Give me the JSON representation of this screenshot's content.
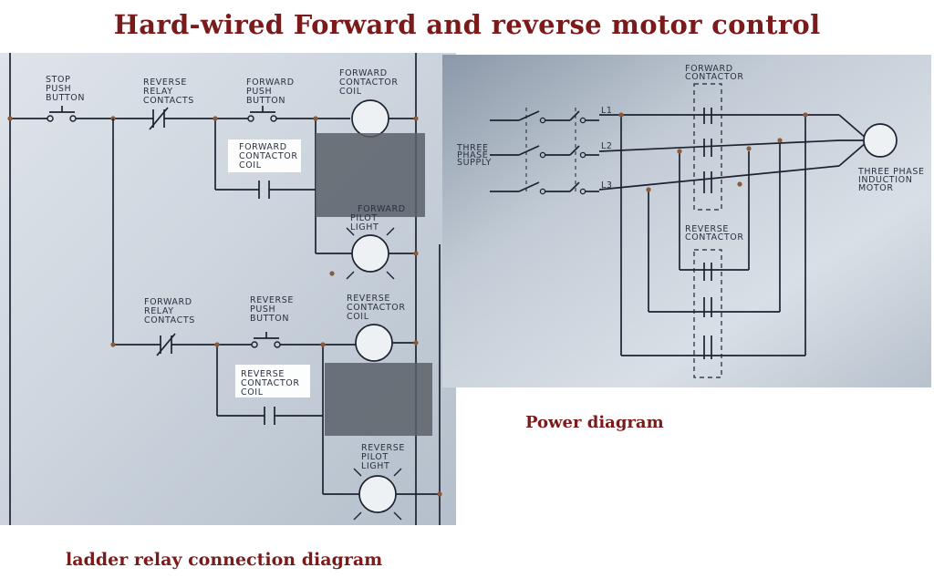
{
  "title": "Hard-wired Forward and reverse motor control",
  "captions": {
    "ladder": "ladder relay connection diagram",
    "power": "Power diagram"
  },
  "ladder": {
    "stop_button": [
      "STOP",
      "PUSH",
      "BUTTON"
    ],
    "reverse_relay_contacts": [
      "REVERSE",
      "RELAY",
      "CONTACTS"
    ],
    "forward_push_button": [
      "FORWARD",
      "PUSH",
      "BUTTON"
    ],
    "forward_contactor_coil": [
      "FORWARD",
      "CONTACTOR",
      "COIL"
    ],
    "forward_contactor_coil_hold": [
      "FORWARD",
      "CONTACTOR",
      "COIL"
    ],
    "forward_pilot_light": [
      "FORWARD",
      "PILOT",
      "LIGHT"
    ],
    "forward_relay_contacts": [
      "FORWARD",
      "RELAY",
      "CONTACTS"
    ],
    "reverse_push_button": [
      "REVERSE",
      "PUSH",
      "BUTTON"
    ],
    "reverse_contactor_coil": [
      "REVERSE",
      "CONTACTOR",
      "COIL"
    ],
    "reverse_contactor_coil_hold": [
      "REVERSE",
      "CONTACTOR",
      "COIL"
    ],
    "reverse_pilot_light": [
      "REVERSE",
      "PILOT",
      "LIGHT"
    ]
  },
  "power": {
    "forward_contactor": [
      "FORWARD",
      "CONTACTOR"
    ],
    "reverse_contactor": [
      "REVERSE",
      "CONTACTOR"
    ],
    "supply": [
      "THREE",
      "PHASE",
      "SUPPLY"
    ],
    "motor": [
      "THREE  PHASE",
      "INDUCTION",
      "MOTOR"
    ],
    "lines": [
      "L1",
      "L2",
      "L3"
    ]
  }
}
